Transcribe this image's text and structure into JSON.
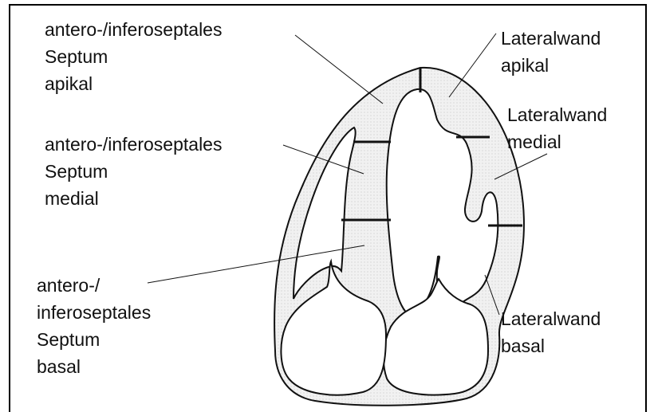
{
  "labels": {
    "septum_apical": "antero-/inferoseptales\nSeptum\napikal",
    "septum_medial": "antero-/inferoseptales\nSeptum\nmedial",
    "septum_basal": "antero-/\ninferoseptales\nSeptum\nbasal",
    "lateral_apical": "Lateralwand\napikal",
    "lateral_medial": "Lateralwand\nmedial",
    "lateral_basal": "Lateralwand\nbasal"
  },
  "colors": {
    "line": "#111111",
    "wall_fill": "#eeeeee",
    "cavity_fill": "#ffffff"
  }
}
